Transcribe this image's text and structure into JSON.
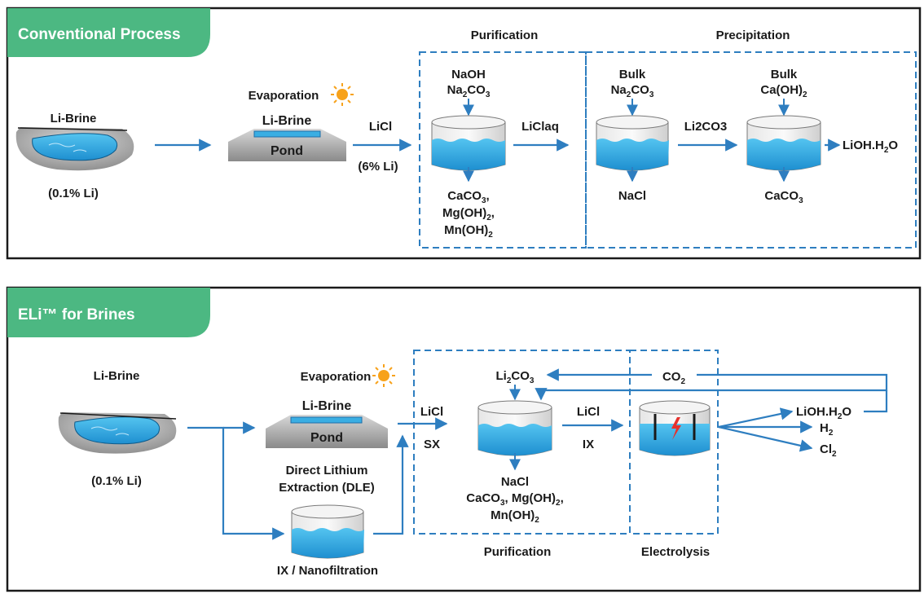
{
  "colors": {
    "panel_border": "#1a1a1a",
    "tab_green": "#4cb882",
    "arrow_blue": "#2e7ec0",
    "dashed_blue": "#2e7ec0",
    "water_blue": "#3aaee3",
    "sun_orange": "#f7a21b",
    "lightning_red": "#e5322d"
  },
  "conventional": {
    "title": "Conventional Process",
    "source_label": "Li-Brine",
    "source_conc": "(0.1% Li)",
    "evaporation_label": "Evaporation",
    "pond_top_label": "Li-Brine",
    "pond_label": "Pond",
    "licl_label": "LiCl",
    "licl_conc": "(6% Li)",
    "purification_header": "Purification",
    "precipitation_header": "Precipitation",
    "purif_input_1": "NaOH",
    "purif_input_2_main": "Na",
    "purif_input_2_sub": "2",
    "purif_input_2_tail": "CO",
    "purif_input_2_sub2": "3",
    "purif_out_1_main": "CaCO",
    "purif_out_1_sub": "3",
    "purif_out_1_tail": ",",
    "purif_out_2_main": "Mg(OH)",
    "purif_out_2_sub": "2",
    "purif_out_2_tail": ",",
    "purif_out_3_main": "Mn(OH)",
    "purif_out_3_sub": "2",
    "liclaq_label": "LiClaq",
    "precip1_input_1": "Bulk",
    "precip1_input_2_main": "Na",
    "precip1_input_2_sub": "2",
    "precip1_input_2_tail": "CO",
    "precip1_input_2_sub2": "3",
    "precip1_out": "NaCl",
    "li2co3_label": "Li2CO3",
    "precip2_input_1": "Bulk",
    "precip2_input_2_main": "Ca(OH)",
    "precip2_input_2_sub": "2",
    "precip2_out_main": "CaCO",
    "precip2_out_sub": "3",
    "product_main": "LiOH.H",
    "product_sub": "2",
    "product_tail": "O"
  },
  "eli": {
    "title": "ELi™ for Brines",
    "source_label": "Li-Brine",
    "source_conc": "(0.1% Li)",
    "evaporation_label": "Evaporation",
    "pond_top_label": "Li-Brine",
    "pond_label": "Pond",
    "dle_line_1": "Direct Lithium",
    "dle_line_2": "Extraction (DLE)",
    "ix_nano_label": "IX / Nanofiltration",
    "licl_in_label": "LiCl",
    "sx_label": "SX",
    "li2co3_main": "Li",
    "li2co3_sub": "2",
    "li2co3_tail": "CO",
    "li2co3_sub2": "3",
    "co2_main": "CO",
    "co2_sub": "2",
    "licl_out_label": "LiCl",
    "ix_label": "IX",
    "purif_out_1": "NaCl",
    "purif_out_2_a": "CaCO",
    "purif_out_2_a_sub": "3",
    "purif_out_2_b": ", Mg(OH)",
    "purif_out_2_b_sub": "2",
    "purif_out_2_c": ",",
    "purif_out_3_main": "Mn(OH)",
    "purif_out_3_sub": "2",
    "purification_footer": "Purification",
    "electrolysis_footer": "Electrolysis",
    "product_1_main": "LiOH.H",
    "product_1_sub": "2",
    "product_1_tail": "O",
    "product_2_main": "H",
    "product_2_sub": "2",
    "product_3_main": "Cl",
    "product_3_sub": "2"
  }
}
